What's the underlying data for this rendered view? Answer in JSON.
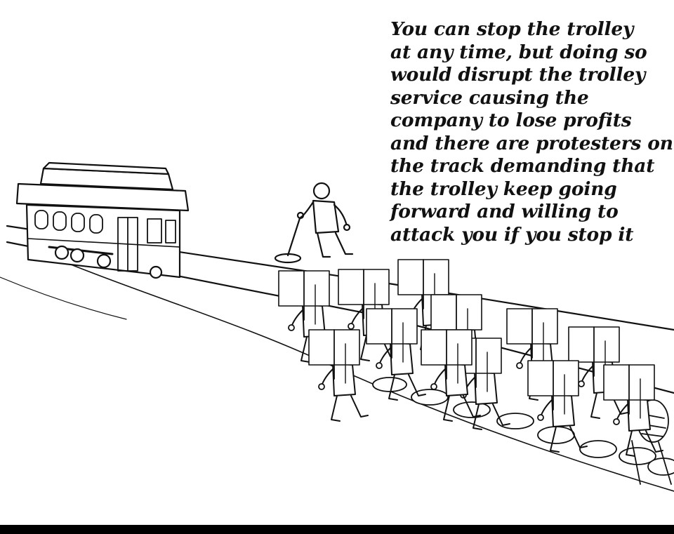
{
  "caption": {
    "lines": [
      "You can stop the trolley",
      "at any time, but doing so",
      "would disrupt the trolley",
      "service causing the",
      "company to lose profits",
      "and there are protesters on",
      "the track demanding that",
      "the trolley keep going",
      "forward and willing to",
      "attack you if you stop it"
    ]
  },
  "protesters": {
    "count": 12
  },
  "colors": {
    "ink": "#111111",
    "paper": "#ffffff",
    "sign": "#ffffff"
  }
}
